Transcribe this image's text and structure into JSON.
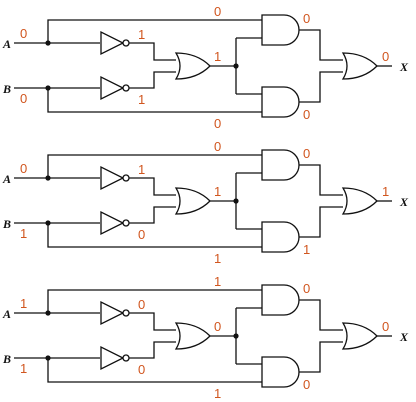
{
  "colors": {
    "value": "#d1561f",
    "line": "#111111",
    "background": "#ffffff"
  },
  "labels": {
    "a": "A",
    "b": "B",
    "x": "X"
  },
  "circuits": [
    {
      "a": "0",
      "b": "0",
      "top_wire": "0",
      "not_a": "1",
      "not_b": "1",
      "or_out": "1",
      "bottom_wire": "0",
      "and_top_out": "0",
      "and_bottom_out": "0",
      "x": "0"
    },
    {
      "a": "0",
      "b": "1",
      "top_wire": "0",
      "not_a": "1",
      "not_b": "0",
      "or_out": "1",
      "bottom_wire": "1",
      "and_top_out": "0",
      "and_bottom_out": "1",
      "x": "1"
    },
    {
      "a": "1",
      "b": "1",
      "top_wire": "1",
      "not_a": "0",
      "not_b": "0",
      "or_out": "0",
      "bottom_wire": "1",
      "and_top_out": "0",
      "and_bottom_out": "0",
      "x": "0"
    }
  ]
}
